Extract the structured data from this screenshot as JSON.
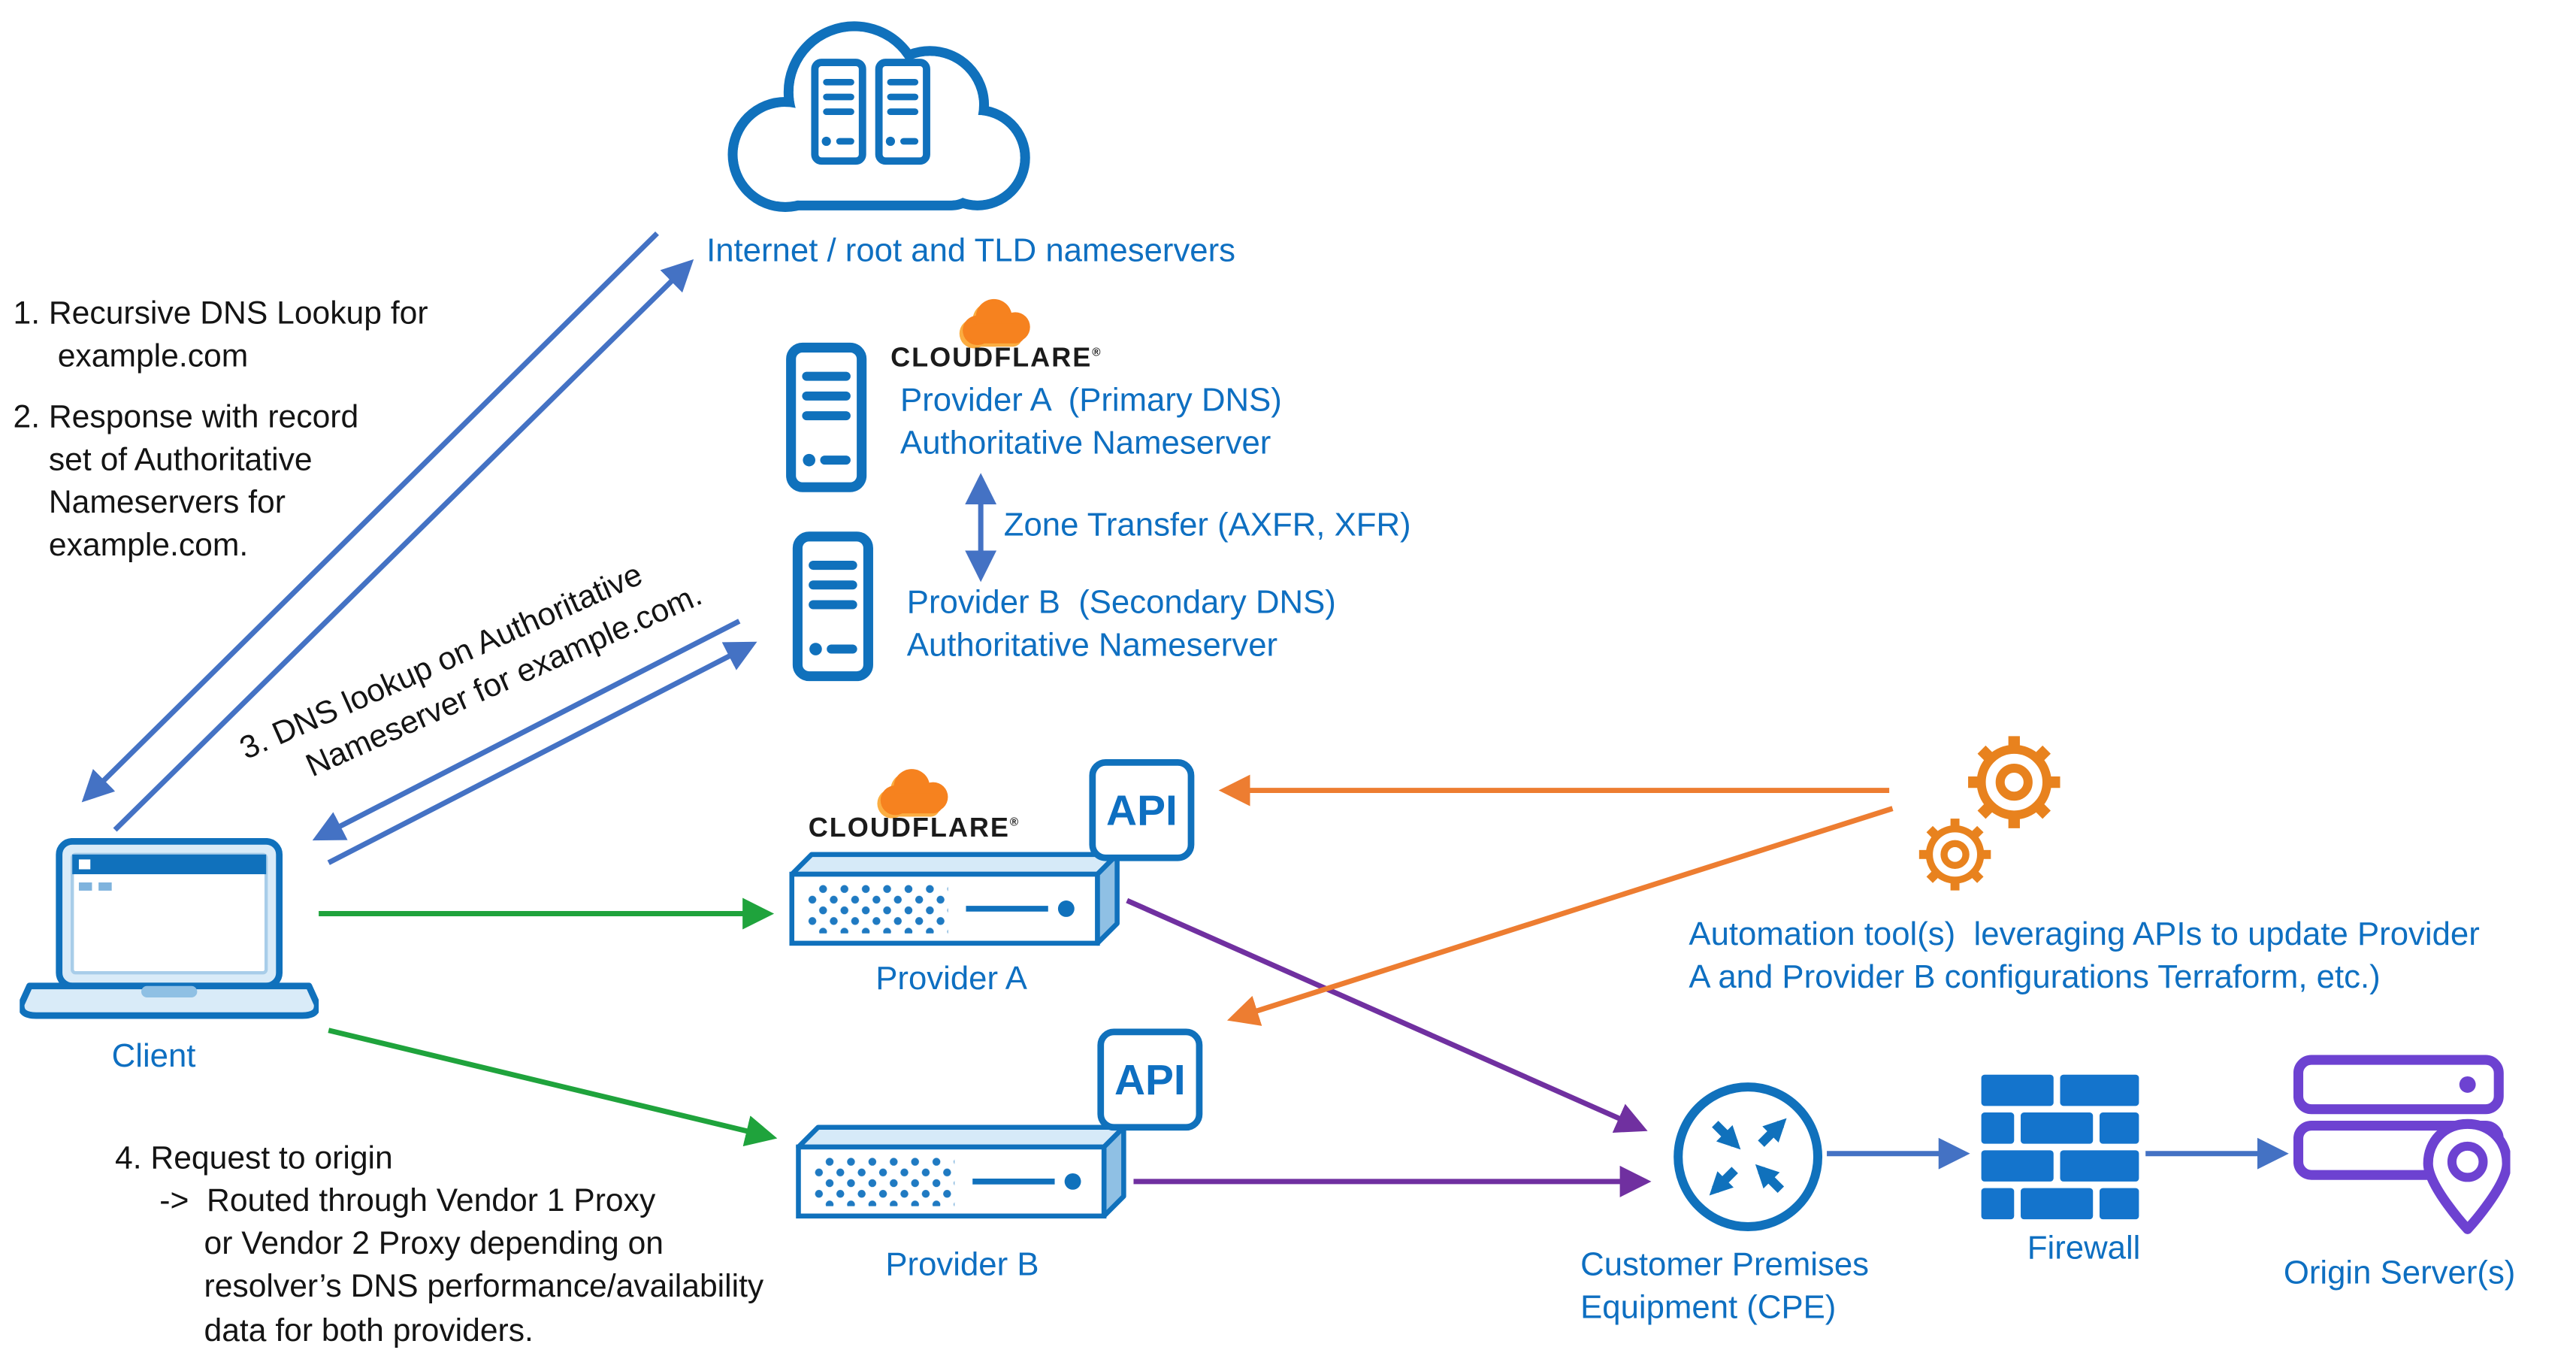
{
  "palette": {
    "label_blue": "#0e6fc1",
    "icon_blue": "#1071bc",
    "arrow_blue": "#4472c4",
    "arrow_green": "#1fa33c",
    "arrow_purple": "#7030a0",
    "arrow_orange": "#ed7d31",
    "cloudflare_orange": "#f6821f",
    "cloudflare_orange_light": "#fbad41",
    "origin_purple": "#6d42d1"
  },
  "cloud": {
    "label": "Internet / root and TLD nameservers"
  },
  "steps": {
    "step1": "1. Recursive DNS Lookup for\n     example.com",
    "step2": "2. Response with record\n    set of Authoritative\n    Nameservers for\n    example.com.",
    "step3": "3. DNS lookup on Authoritative\n      Nameserver for example.com.",
    "step4": "4. Request to origin\n     ->  Routed through Vendor 1 Proxy\n          or Vendor 2 Proxy depending on\n          resolver’s DNS performance/availability\n          data for both providers."
  },
  "nameservers": {
    "provider_a_label": "Provider A  (Primary DNS)\nAuthoritative Nameserver",
    "zone_transfer_label": "Zone Transfer (AXFR, XFR)",
    "provider_b_label": "Provider B  (Secondary DNS)\nAuthoritative Nameserver"
  },
  "client": {
    "label": "Client"
  },
  "proxies": {
    "provider_a_label": "Provider A",
    "provider_b_label": "Provider B",
    "api_label": "API"
  },
  "cloudflare": {
    "brand": "CLOUDFLARE",
    "mark": "®"
  },
  "automation": {
    "label": "Automation tool(s)  leveraging APIs to update Provider\nA and Provider B configurations Terraform, etc.)"
  },
  "cpe": {
    "label": "Customer Premises\nEquipment (CPE)"
  },
  "firewall": {
    "label": "Firewall"
  },
  "origin": {
    "label": "Origin Server(s)"
  }
}
